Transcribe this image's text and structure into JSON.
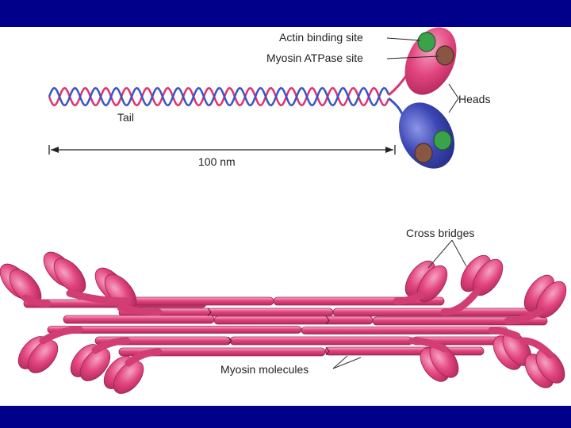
{
  "colors": {
    "band": "#00008b",
    "myosin_pink": "#e2457f",
    "head_blue": "#3c47b6",
    "green_site": "#3aa34a",
    "brown_site": "#8a5644",
    "strand_red": "#e0336e",
    "strand_blue": "#3a55c8"
  },
  "labels": {
    "actin_binding_site": "Actin binding site",
    "myosin_atpase_site": "Myosin ATPase site",
    "heads": "Heads",
    "tail": "Tail",
    "scale": "100 nm",
    "cross_bridges": "Cross bridges",
    "myosin_molecules": "Myosin molecules"
  }
}
